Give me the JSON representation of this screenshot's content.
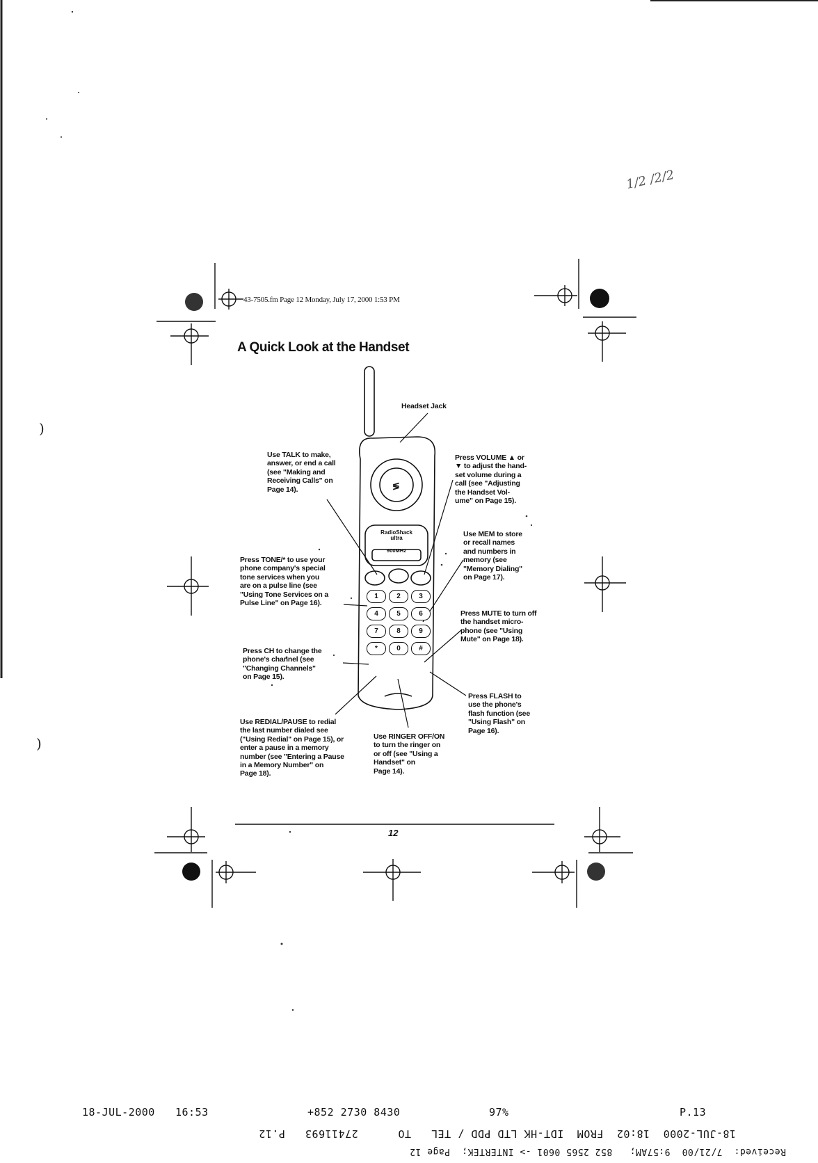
{
  "header_line": "43-7505.fm Page 12 Monday, July 17, 2000 1:53 PM",
  "title": "A Quick Look at the Handset",
  "handwriting": "1/2 /2/2",
  "phone_screen": {
    "brand": "RadioShack",
    "line2": "ultra",
    "model": "900MHz"
  },
  "keypad": [
    "1",
    "2",
    "3",
    "4",
    "5",
    "6",
    "7",
    "8",
    "9",
    "*",
    "0",
    "#"
  ],
  "callouts": {
    "headset_jack": "Headset Jack",
    "talk": "Use TALK to make,\nanswer, or end a call\n(see \"Making and\nReceiving Calls\" on\nPage 14).",
    "tone": "Press TONE/* to use your\nphone company's special\ntone services when you\nare on a pulse line (see\n\"Using Tone Services on a\nPulse Line\" on Page 16).",
    "ch": "Press CH to change the\nphone's channel (see\n\"Changing Channels\"\non Page 15).",
    "redial": "Use REDIAL/PAUSE to redial\nthe last number dialed see\n(\"Using Redial\" on Page 15), or\nenter a pause in a memory\nnumber (see \"Entering a Pause\nin a Memory Number\" on\nPage 18).",
    "ringer": "Use RINGER OFF/ON\nto turn the ringer on\nor off (see \"Using a\nHandset\" on\nPage 14).",
    "volume": "Press VOLUME ▲ or\n▼ to adjust the hand-\nset volume during a\ncall (see \"Adjusting\nthe Handset Vol-\nume\" on Page 15).",
    "mem": "Use MEM to store\nor recall names\nand numbers in\nmemory (see\n\"Memory Dialing\"\non Page 17).",
    "mute": "Press MUTE to turn off\nthe handset micro-\nphone (see \"Using\nMute\" on Page 18).",
    "flash": "Press FLASH to\nuse the phone's\nflash function (see\n\"Using Flash\" on\nPage 16)."
  },
  "page_number": "12",
  "fax_footer": {
    "left_date": "18-JUL-2000",
    "left_time": "16:53",
    "phone": "+852 2730 8430",
    "percent": "97%",
    "page": "P.13"
  },
  "fax_inverted_1": "18-JUL-2000  18:02  FROM  IDT-HK LTD PDD / TEL   TO      27411693   P.12",
  "fax_inverted_2": "Received:  7/21/00  9:57AM;   852 2565 0601 -> INTERTEK;  Page 12"
}
